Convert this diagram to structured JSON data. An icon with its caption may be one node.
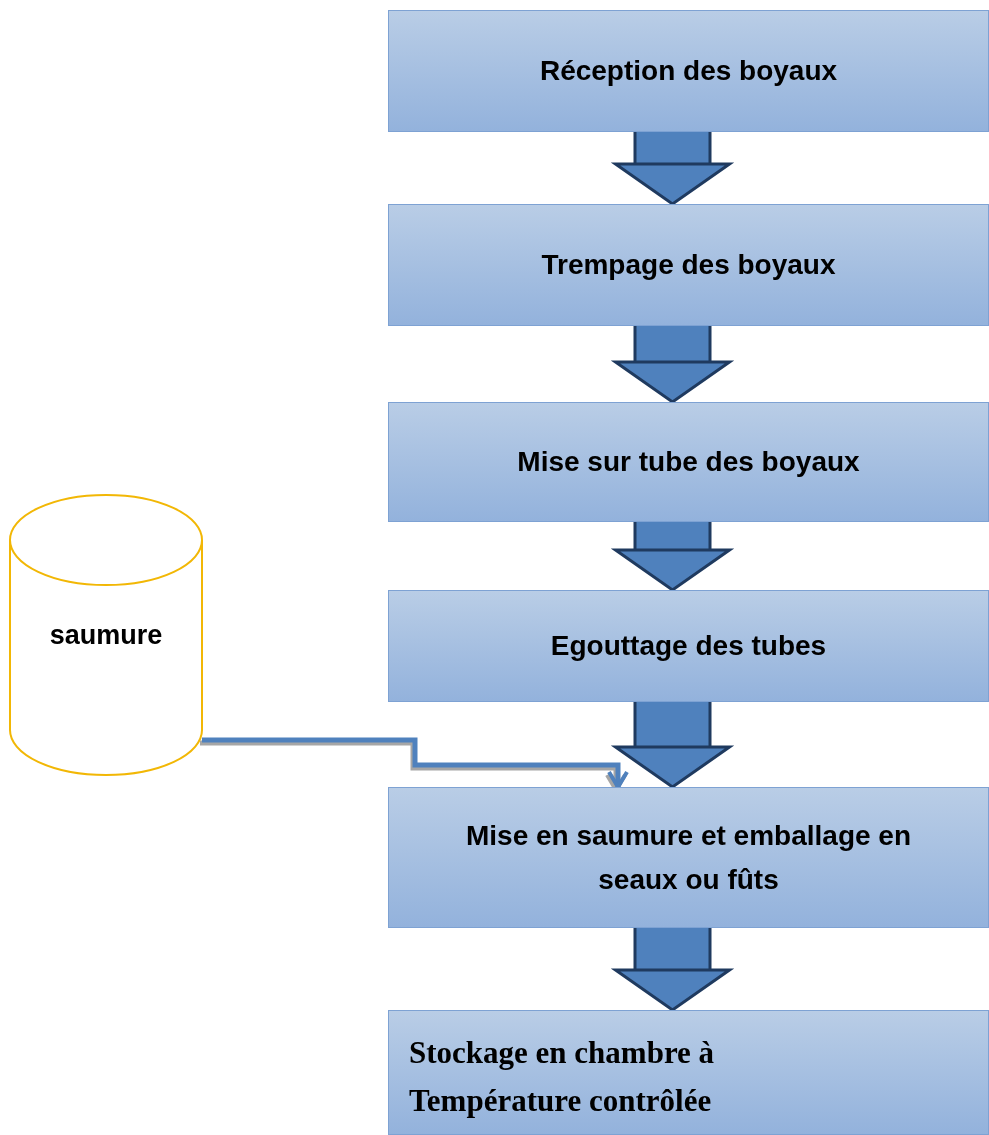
{
  "diagram": {
    "nodes": [
      {
        "text": [
          "Réception des boyaux"
        ]
      },
      {
        "text": [
          "Trempage des boyaux"
        ]
      },
      {
        "text": [
          "Mise sur tube des boyaux"
        ]
      },
      {
        "text": [
          "Egouttage des tubes"
        ]
      },
      {
        "text": [
          "Mise en saumure et emballage en seaux ou fûts"
        ]
      },
      {
        "text": [
          "Stockage en chambre à Température contrôlée"
        ]
      },
      {
        "text": [
          "saumure"
        ]
      }
    ],
    "edges": [
      {
        "from": 0,
        "to": 1,
        "arrow": "to"
      },
      {
        "from": 1,
        "to": 2,
        "arrow": "to"
      },
      {
        "from": 2,
        "to": 3,
        "arrow": "to"
      },
      {
        "from": 3,
        "to": 4,
        "arrow": "to"
      },
      {
        "from": 4,
        "to": 5,
        "arrow": "to"
      },
      {
        "from": 6,
        "to": 4,
        "arrow": "to"
      }
    ]
  }
}
